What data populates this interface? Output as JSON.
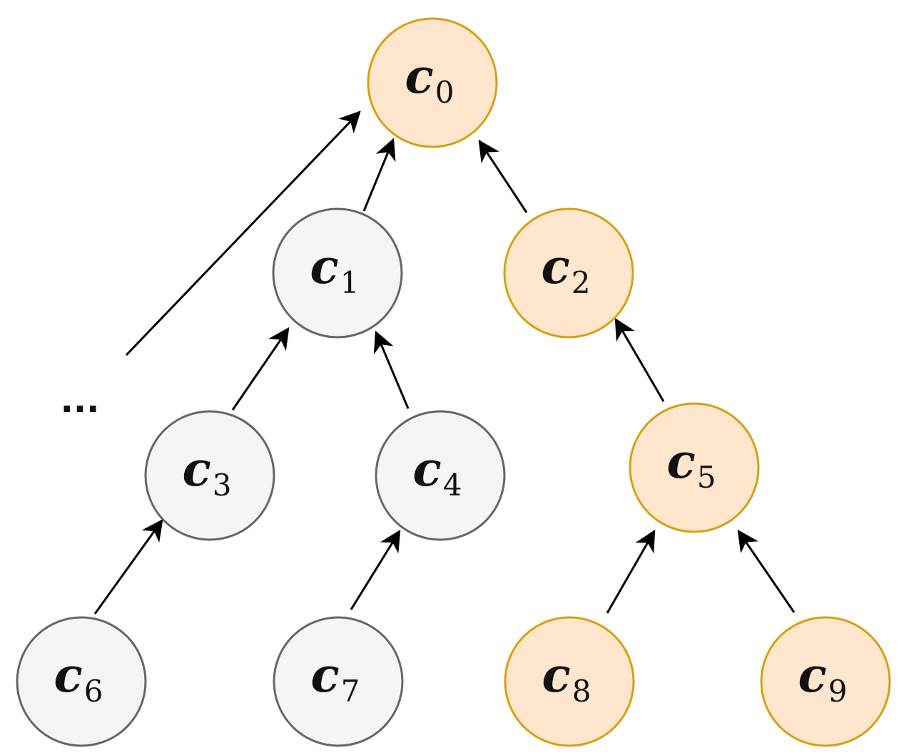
{
  "diagram": {
    "ellipsis": "...",
    "colors": {
      "highlight_fill": "#FFE6CC",
      "highlight_stroke": "#D6A012",
      "normal_fill": "#F5F5F5",
      "normal_stroke": "#666666",
      "edge": "#000000",
      "text": "#111111"
    },
    "nodes": [
      {
        "id": "c0",
        "base": "c",
        "sub": "0",
        "highlight": true
      },
      {
        "id": "c1",
        "base": "c",
        "sub": "1",
        "highlight": false
      },
      {
        "id": "c2",
        "base": "c",
        "sub": "2",
        "highlight": true
      },
      {
        "id": "c3",
        "base": "c",
        "sub": "3",
        "highlight": false
      },
      {
        "id": "c4",
        "base": "c",
        "sub": "4",
        "highlight": false
      },
      {
        "id": "c5",
        "base": "c",
        "sub": "5",
        "highlight": true
      },
      {
        "id": "c6",
        "base": "c",
        "sub": "6",
        "highlight": false
      },
      {
        "id": "c7",
        "base": "c",
        "sub": "7",
        "highlight": false
      },
      {
        "id": "c8",
        "base": "c",
        "sub": "8",
        "highlight": true
      },
      {
        "id": "c9",
        "base": "c",
        "sub": "9",
        "highlight": true
      }
    ],
    "edges": [
      {
        "from": "c1",
        "to": "c0"
      },
      {
        "from": "c2",
        "to": "c0"
      },
      {
        "from": "c3",
        "to": "c1"
      },
      {
        "from": "c4",
        "to": "c1"
      },
      {
        "from": "c5",
        "to": "c2"
      },
      {
        "from": "c6",
        "to": "c3"
      },
      {
        "from": "c7",
        "to": "c4"
      },
      {
        "from": "c8",
        "to": "c5"
      },
      {
        "from": "c9",
        "to": "c5"
      },
      {
        "from": "ellipsis",
        "to": "c0"
      }
    ]
  }
}
